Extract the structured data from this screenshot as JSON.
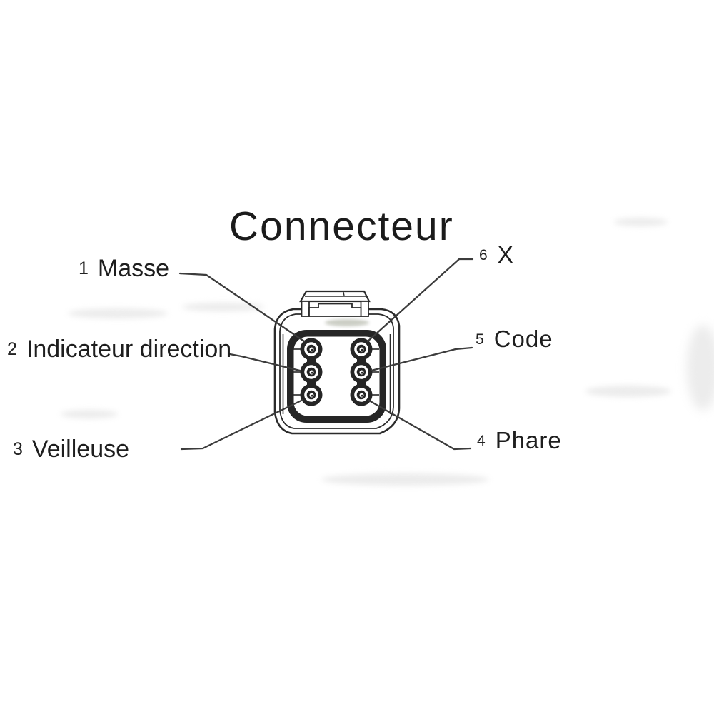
{
  "title": "Connecteur",
  "connector": {
    "description": "6-pin connector front view",
    "pin_count": 6,
    "pins": [
      {
        "number": "1",
        "label": "Masse",
        "side": "left"
      },
      {
        "number": "2",
        "label": "Indicateur direction",
        "side": "left"
      },
      {
        "number": "3",
        "label": "Veilleuse",
        "side": "left"
      },
      {
        "number": "4",
        "label": "Phare",
        "side": "right"
      },
      {
        "number": "5",
        "label": "Code",
        "side": "right"
      },
      {
        "number": "6",
        "label": "X",
        "side": "right"
      }
    ]
  },
  "colors": {
    "ink": "#262626",
    "leader_line": "#3c3c3c",
    "text": "#1d1d1d",
    "background": "#ffffff"
  }
}
